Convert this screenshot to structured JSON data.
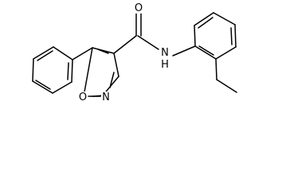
{
  "molecule": {
    "atom_labels": {
      "amide_oxygen": "O",
      "amide_nitrogen": "N",
      "amide_hydrogen": "H",
      "ring_oxygen": "O",
      "ring_nitrogen": "N"
    }
  }
}
